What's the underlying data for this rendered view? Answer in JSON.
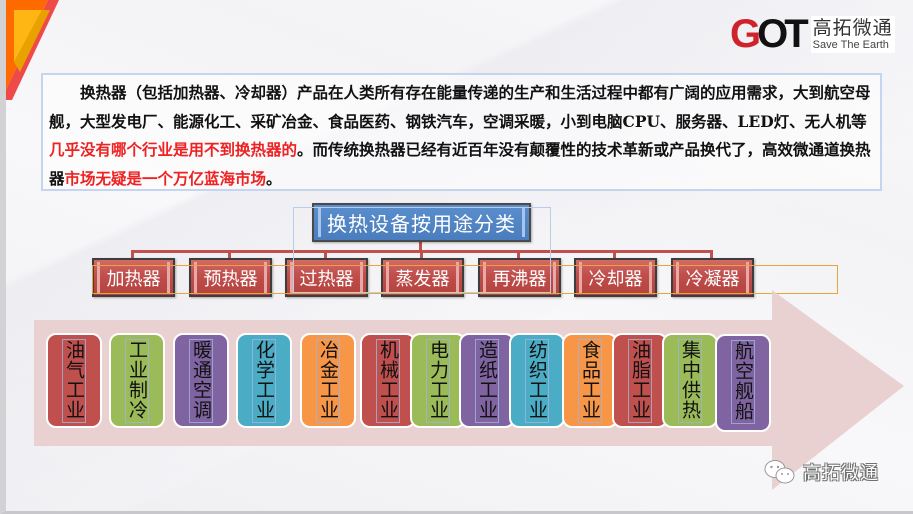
{
  "logo": {
    "mark_g": "G",
    "mark_ot": "OT",
    "name_cn": "高拓微通",
    "slogan": "Save The Earth"
  },
  "paragraph": {
    "segments": [
      {
        "text": "换热器（包括加热器、冷却器）产品在人类所有存在能量传递的生产和生活过程中都有广阔的应用需求，大到航空母舰，大型发电厂、能源化工、采矿冶金、食品医药、钢铁汽车，空调采暖，小到电脑CPU、服务器、LED灯、无人机等",
        "highlight": false
      },
      {
        "text": "几乎没有哪个行业是用不到换热器的",
        "highlight": true
      },
      {
        "text": "。而传统换热器已经有近百年没有颠覆性的技术革新或产品换代了，高效微通道换热器",
        "highlight": false
      },
      {
        "text": "市场无疑是一个万亿蓝海市场",
        "highlight": true
      },
      {
        "text": "。",
        "highlight": false
      }
    ],
    "highlight_color": "#ee2222"
  },
  "classification": {
    "title": "换热设备按用途分类",
    "categories": [
      "加热器",
      "预热器",
      "过热器",
      "蒸发器",
      "再沸器",
      "冷却器",
      "冷凝器"
    ]
  },
  "industries": [
    {
      "label": "油气工业",
      "color": "red"
    },
    {
      "label": "工业制冷",
      "color": "green"
    },
    {
      "label": "暖通空调",
      "color": "purple"
    },
    {
      "label": "化学工业",
      "color": "cyan"
    },
    {
      "label": "冶金工业",
      "color": "orange"
    },
    {
      "label": "机械工业",
      "color": "red"
    },
    {
      "label": "电力工业",
      "color": "green"
    },
    {
      "label": "造纸工业",
      "color": "purple"
    },
    {
      "label": "纺织工业",
      "color": "cyan"
    },
    {
      "label": "食品工业",
      "color": "orange"
    },
    {
      "label": "油脂工业",
      "color": "red"
    },
    {
      "label": "集中供热",
      "color": "green"
    },
    {
      "label": "航空舰船",
      "color": "purple"
    }
  ],
  "colors": {
    "red": "#c0504d",
    "green": "#9bbb59",
    "purple": "#8064a2",
    "cyan": "#4bacc6",
    "orange": "#f79646",
    "title_blue": "#4f81bd",
    "arrow_pink": "#e8cfcf"
  },
  "footer": {
    "icon": "wechat-icon",
    "account_name": "高拓微通"
  }
}
